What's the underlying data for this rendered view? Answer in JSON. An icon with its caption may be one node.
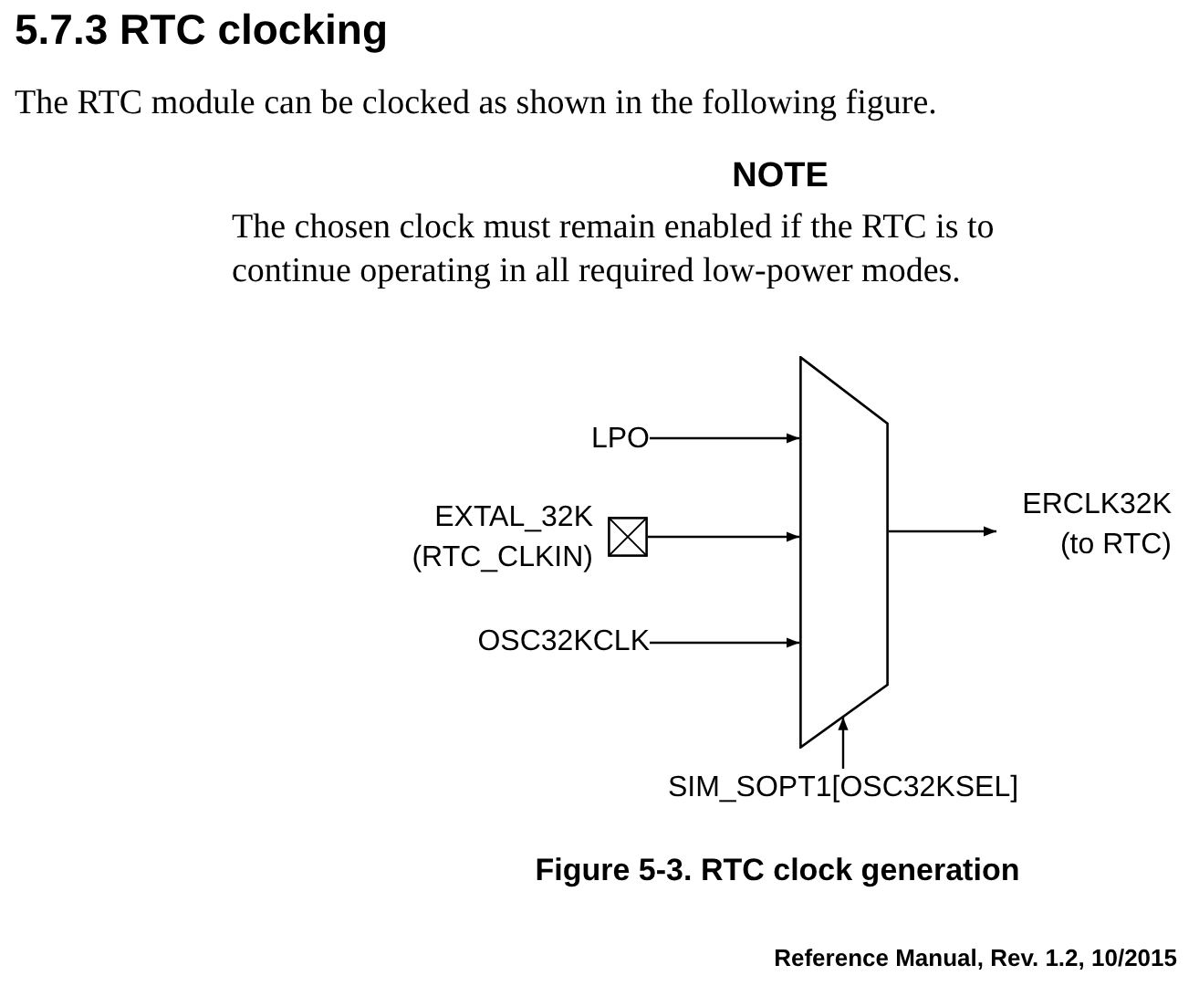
{
  "diagram": {
    "title": "5.7.3 RTC clocking",
    "nodes": [
      {
        "text": [
          "LPO"
        ]
      },
      {
        "text": [],
        "shape": "box",
        "beside": [
          "EXTAL_32K (RTC_CLKIN)"
        ]
      },
      {
        "text": [
          "OSC32KCLK"
        ]
      },
      {
        "text": [],
        "shape": "trapezoid"
      },
      {
        "text": [
          "ERCLK32K (to RTC)"
        ]
      },
      {
        "text": [
          "SIM_SOPT1[OSC32KSEL]"
        ]
      }
    ],
    "edges": [
      {
        "from": 0,
        "to": 3,
        "arrow": "to"
      },
      {
        "from": 1,
        "to": 3,
        "arrow": "to"
      },
      {
        "from": 2,
        "to": 3,
        "arrow": "to"
      },
      {
        "from": 3,
        "to": 4,
        "arrow": "to"
      },
      {
        "from": 5,
        "to": 3,
        "arrow": "to"
      }
    ],
    "labels": [
      "The RTC module can be clocked as shown in the following figure.",
      "NOTE",
      "The chosen clock must remain enabled if the RTC is to continue operating in all required low-power modes.",
      "Reference Manual, Rev. 1.2, 10/2015"
    ],
    "caption": "Figure 5-3. RTC clock generation"
  }
}
